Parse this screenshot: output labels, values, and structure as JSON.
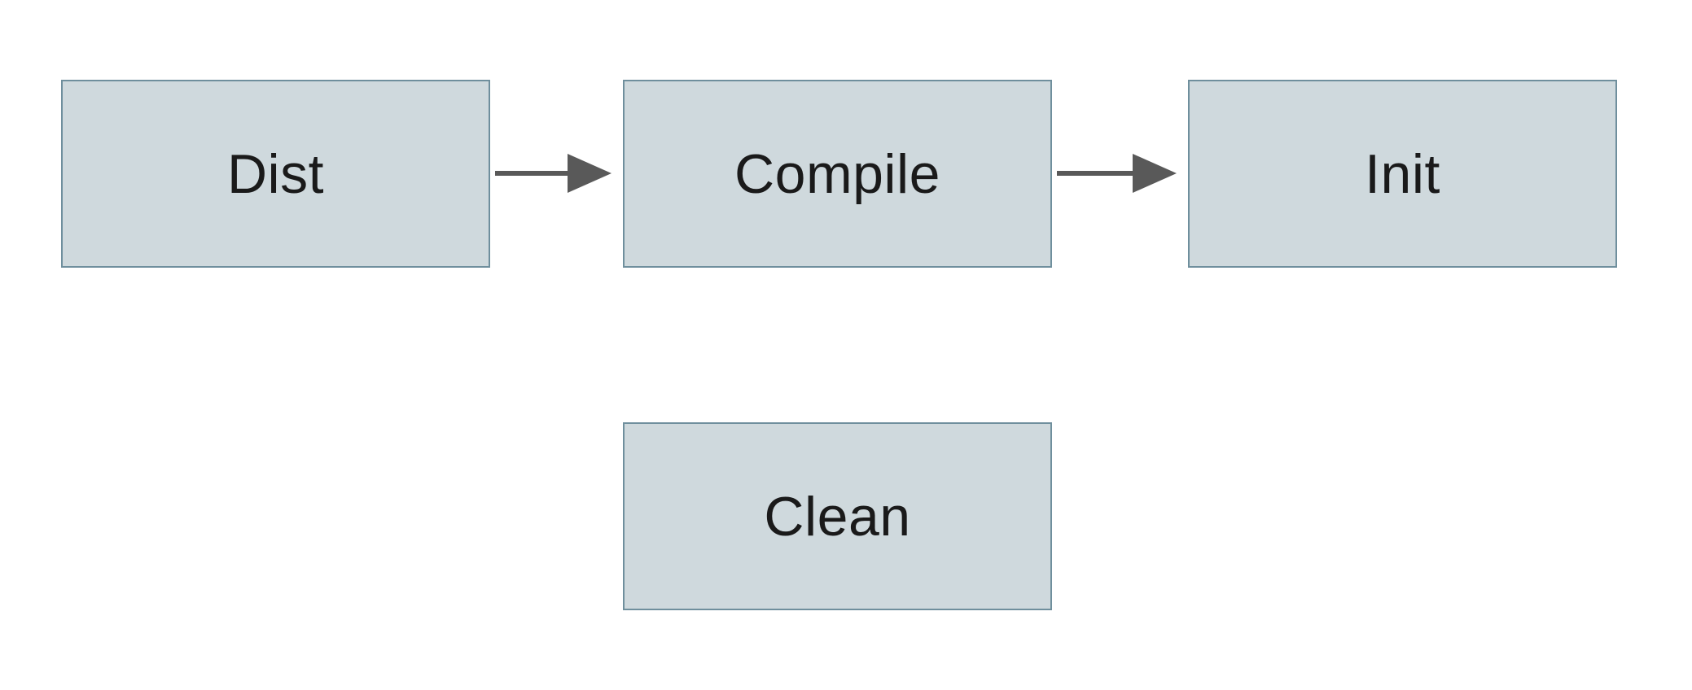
{
  "diagram": {
    "nodes": [
      {
        "id": "dist",
        "label": "Dist"
      },
      {
        "id": "compile",
        "label": "Compile"
      },
      {
        "id": "init",
        "label": "Init"
      },
      {
        "id": "clean",
        "label": "Clean"
      }
    ],
    "edges": [
      {
        "from": "Dist",
        "to": "Compile"
      },
      {
        "from": "Compile",
        "to": "Init"
      }
    ],
    "colors": {
      "background": "#ffffff",
      "node_fill": "#cfd9dd",
      "node_border": "#6f8f9d",
      "node_text": "#1a1a1a",
      "arrow": "#595959"
    }
  }
}
